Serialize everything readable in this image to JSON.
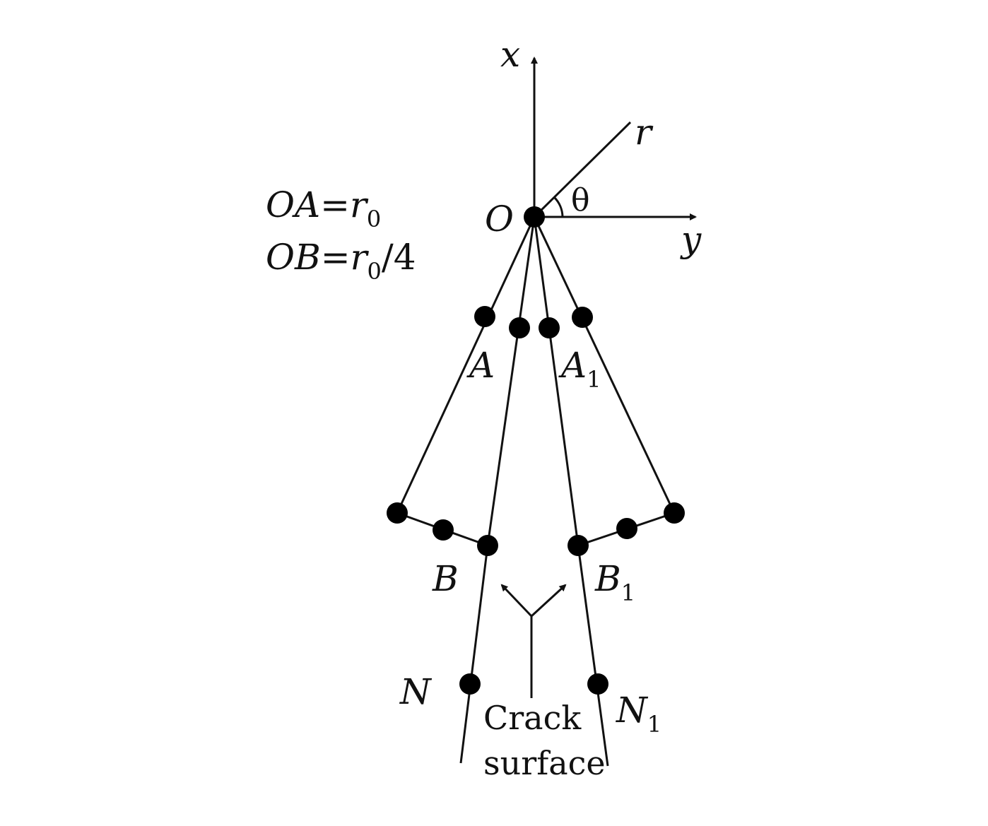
{
  "axes": {
    "x": "x",
    "y": "y",
    "r": "r",
    "theta": "θ",
    "origin": "O"
  },
  "relations": {
    "oa": {
      "lhs": "OA=r",
      "sub": "0",
      "tail": ""
    },
    "ob": {
      "lhs": "OB=r",
      "sub": "0",
      "tail": "/4"
    }
  },
  "nodes": {
    "a": {
      "main": "A",
      "sub": ""
    },
    "a1": {
      "main": "A",
      "sub": "1"
    },
    "b": {
      "main": "B",
      "sub": ""
    },
    "b1": {
      "main": "B",
      "sub": "1"
    },
    "n": {
      "main": "N",
      "sub": ""
    },
    "n1": {
      "main": "N",
      "sub": "1"
    }
  },
  "crack": {
    "line1": "Crack",
    "line2": "surface"
  }
}
